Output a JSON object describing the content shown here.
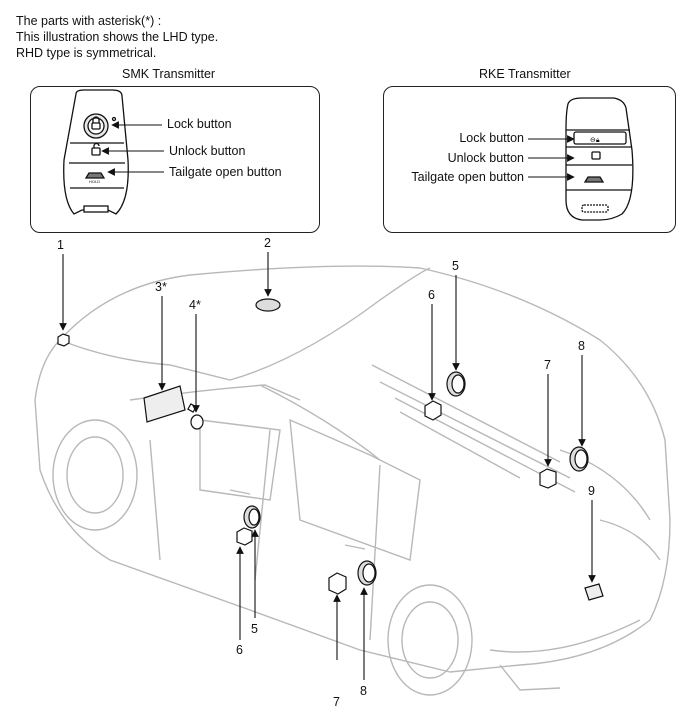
{
  "notes": {
    "line1": "The parts with asterisk(*) :",
    "line2": "This illustration shows the LHD type.",
    "line3": "RHD type is symmetrical."
  },
  "smk": {
    "title": "SMK Transmitter",
    "lock": "Lock button",
    "unlock": "Unlock button",
    "tailgate": "Tailgate open button"
  },
  "rke": {
    "title": "RKE Transmitter",
    "lock": "Lock button",
    "unlock": "Unlock button",
    "tailgate": "Tailgate open button"
  },
  "callouts": {
    "c1": "1",
    "c2": "2",
    "c3": "3*",
    "c4": "4*",
    "c5a": "5",
    "c5b": "5",
    "c6a": "6",
    "c6b": "6",
    "c7a": "7",
    "c7b": "7",
    "c8a": "8",
    "c8b": "8",
    "c9": "9"
  }
}
